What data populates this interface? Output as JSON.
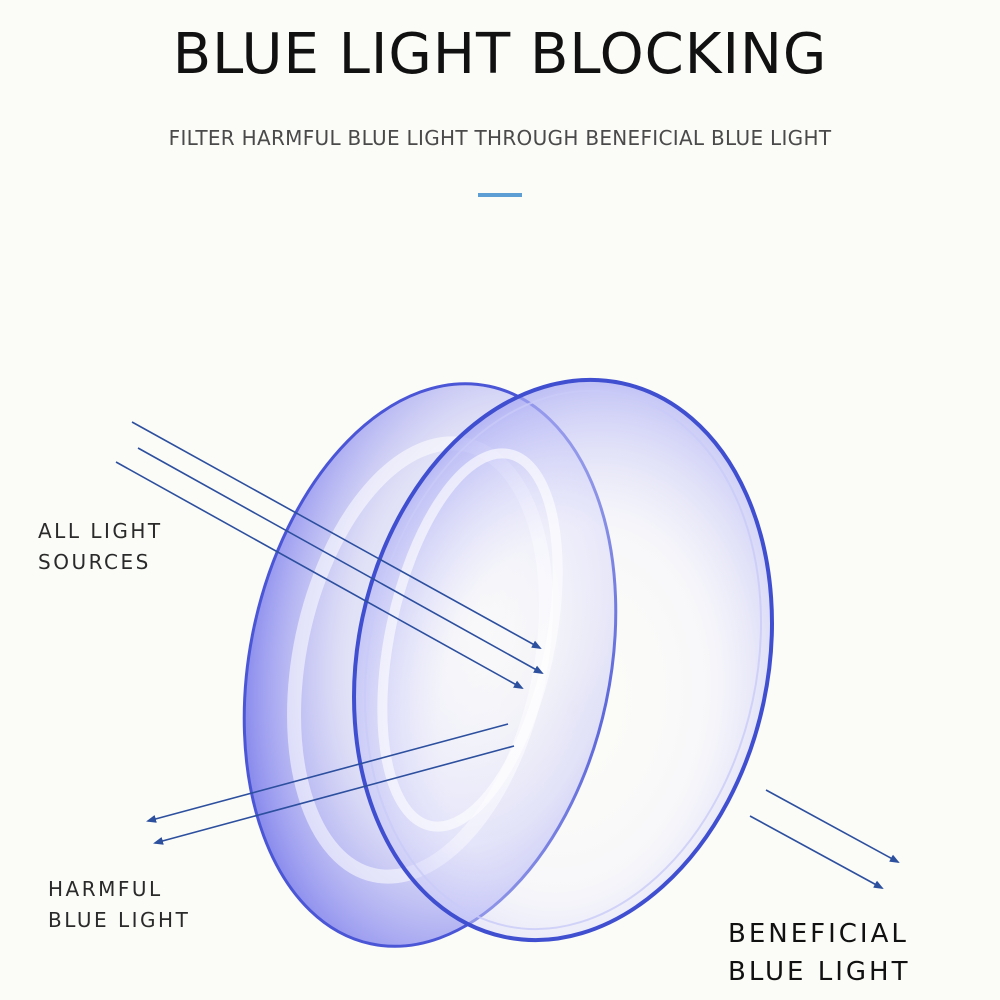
{
  "header": {
    "title": "BLUE LIGHT BLOCKING",
    "subtitle": "FILTER HARMFUL BLUE LIGHT THROUGH BENEFICIAL BLUE LIGHT"
  },
  "labels": {
    "all_light": [
      "ALL LIGHT",
      "SOURCES"
    ],
    "harmful": [
      "HARMFUL",
      "BLUE LIGHT"
    ],
    "beneficial": [
      "BENEFICIAL",
      "BLUE LIGHT"
    ]
  },
  "colors": {
    "accent": "#5d9fd4",
    "arrow": "#2c4f9e",
    "lens_rim": "#3f4fd0",
    "lens_tint": "#8f90f2"
  },
  "icons": {
    "incoming": "arrow-right-down-icon",
    "reflected": "arrow-left-down-icon",
    "transmitted": "arrow-right-down-icon"
  }
}
